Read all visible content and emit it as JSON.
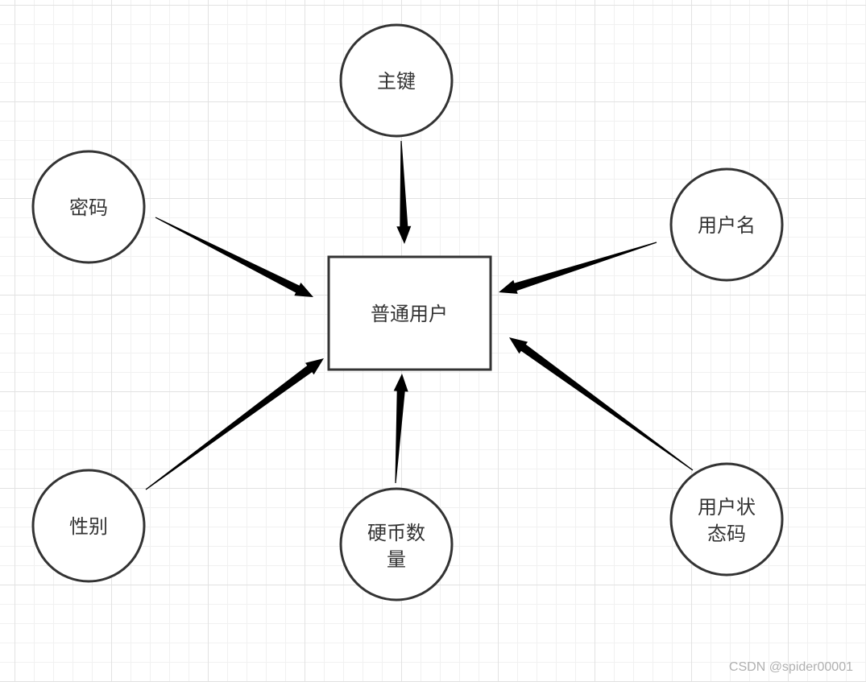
{
  "diagram": {
    "entity": {
      "label": "普通用户"
    },
    "attributes": [
      {
        "id": "primary-key",
        "lines": [
          "主键"
        ]
      },
      {
        "id": "password",
        "lines": [
          "密码"
        ]
      },
      {
        "id": "username",
        "lines": [
          "用户名"
        ]
      },
      {
        "id": "gender",
        "lines": [
          "性别"
        ]
      },
      {
        "id": "coin-count",
        "lines": [
          "硬币数",
          "量"
        ]
      },
      {
        "id": "user-status-code",
        "lines": [
          "用户状",
          "态码"
        ]
      }
    ]
  },
  "watermark": "CSDN @spider00001",
  "colors": {
    "stroke": "#333333",
    "arrow": "#000000",
    "text": "#333333"
  }
}
